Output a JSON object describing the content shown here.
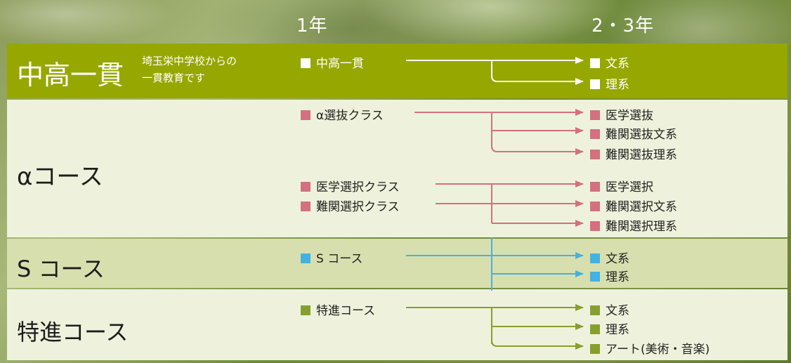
{
  "header": {
    "year1": "1年",
    "year23": "2・3年"
  },
  "colors": {
    "white": "#ffffff",
    "alpha": "#d4707f",
    "s": "#45b1e0",
    "toku": "#879f2e"
  },
  "ikkan": {
    "title": "中高一貫",
    "sub1": "埼玉栄中学校からの",
    "sub2": "一貫教育です",
    "from": "中高一貫",
    "to": [
      "文系",
      "理系"
    ]
  },
  "alpha": {
    "title": "αコース",
    "g1_from": "α選抜クラス",
    "g1_to": [
      "医学選抜",
      "難関選抜文系",
      "難関選抜理系"
    ],
    "g2_from": [
      "医学選択クラス",
      "難関選択クラス"
    ],
    "g2_to": [
      "医学選択",
      "難関選択文系",
      "難関選択理系"
    ]
  },
  "s": {
    "title": "S コース",
    "from": "S コース",
    "to": [
      "文系",
      "理系"
    ]
  },
  "toku": {
    "title": "特進コース",
    "from": "特進コース",
    "to": [
      "文系",
      "理系",
      "アート(美術・音楽)"
    ]
  }
}
